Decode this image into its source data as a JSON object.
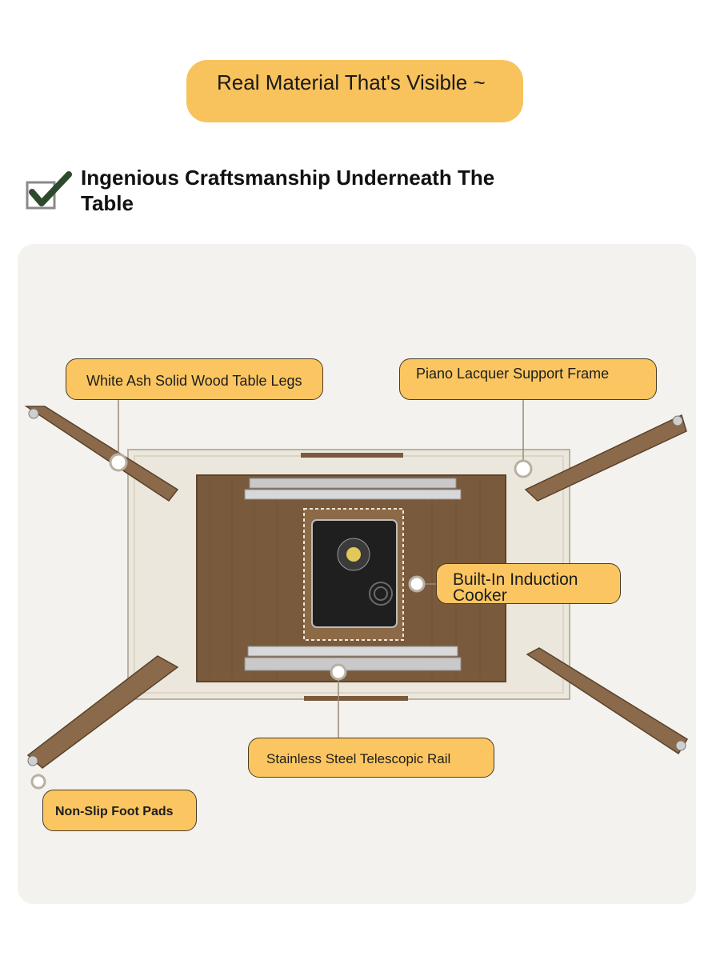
{
  "hero": {
    "text": "Real Material That's Visible ~"
  },
  "section": {
    "title": "Ingenious Craftsmanship Underneath The Table"
  },
  "labels": {
    "legs": "White Ash Solid Wood Table Legs",
    "frame": "Piano Lacquer Support Frame",
    "cooker": "Built-In Induction Cooker",
    "rail": "Stainless Steel Telescopic Rail",
    "pads": "Non-Slip Foot Pads"
  },
  "colors": {
    "accent": "#f8c25c",
    "panel": "#f4f2ee",
    "wood": "#7a5a3c",
    "frame": "#ece7dc",
    "check": "#2e4a2c"
  }
}
